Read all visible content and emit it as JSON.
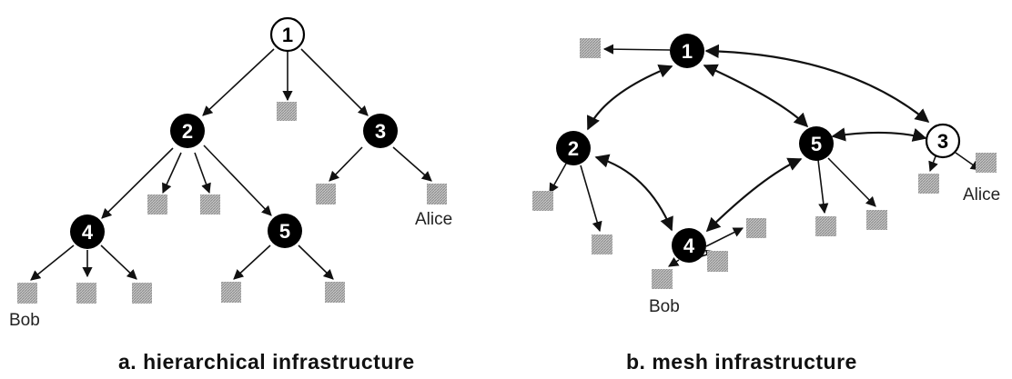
{
  "colors": {
    "node_dark": "#000000",
    "node_light": "#ffffff",
    "host_fill": "#b8b8b8",
    "host_stroke": "#888888",
    "edge": "#111111"
  },
  "icons": {
    "host": "hatched-square-host-icon"
  },
  "panel_a": {
    "caption": "a. hierarchical infrastructure",
    "nodes": [
      {
        "id": "1",
        "label": "1",
        "style": "light"
      },
      {
        "id": "2",
        "label": "2",
        "style": "dark"
      },
      {
        "id": "3",
        "label": "3",
        "style": "dark"
      },
      {
        "id": "4",
        "label": "4",
        "style": "dark"
      },
      {
        "id": "5",
        "label": "5",
        "style": "dark"
      }
    ],
    "people": [
      {
        "name": "Alice"
      },
      {
        "name": "Bob"
      }
    ]
  },
  "panel_b": {
    "caption": "b. mesh infrastructure",
    "nodes": [
      {
        "id": "1",
        "label": "1",
        "style": "dark"
      },
      {
        "id": "2",
        "label": "2",
        "style": "dark"
      },
      {
        "id": "3",
        "label": "3",
        "style": "light"
      },
      {
        "id": "4",
        "label": "4",
        "style": "dark"
      },
      {
        "id": "5",
        "label": "5",
        "style": "dark"
      }
    ],
    "people": [
      {
        "name": "Alice"
      },
      {
        "name": "Bob"
      }
    ]
  }
}
